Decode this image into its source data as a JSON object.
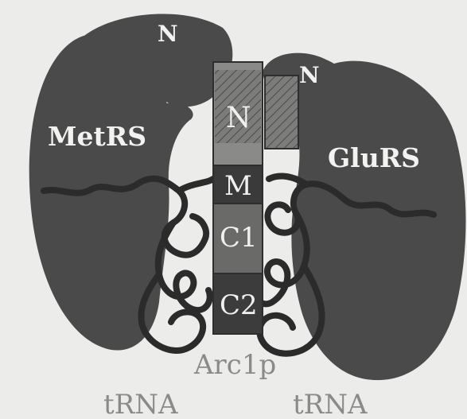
{
  "labels": {
    "n_top_left": "N",
    "n_top_right": "N",
    "metrs": "MetRS",
    "glurs": "GluRS",
    "arc1p": "Arc1p",
    "trna_left": "tRNA",
    "trna_right": "tRNA"
  },
  "arc1p_segments": [
    "N",
    "M",
    "C1",
    "C2"
  ],
  "colors": {
    "background": "#ececea",
    "protein_body": "#4a4a4a",
    "segment_N": "#7a7a78",
    "segment_M": "#3a3a3a",
    "segment_C1": "#6a6a68",
    "segment_C2": "#3c3c3c",
    "trna_stroke": "#2b2b2b",
    "label_light": "#f2f2f0",
    "label_grey": "#8a8a88"
  }
}
